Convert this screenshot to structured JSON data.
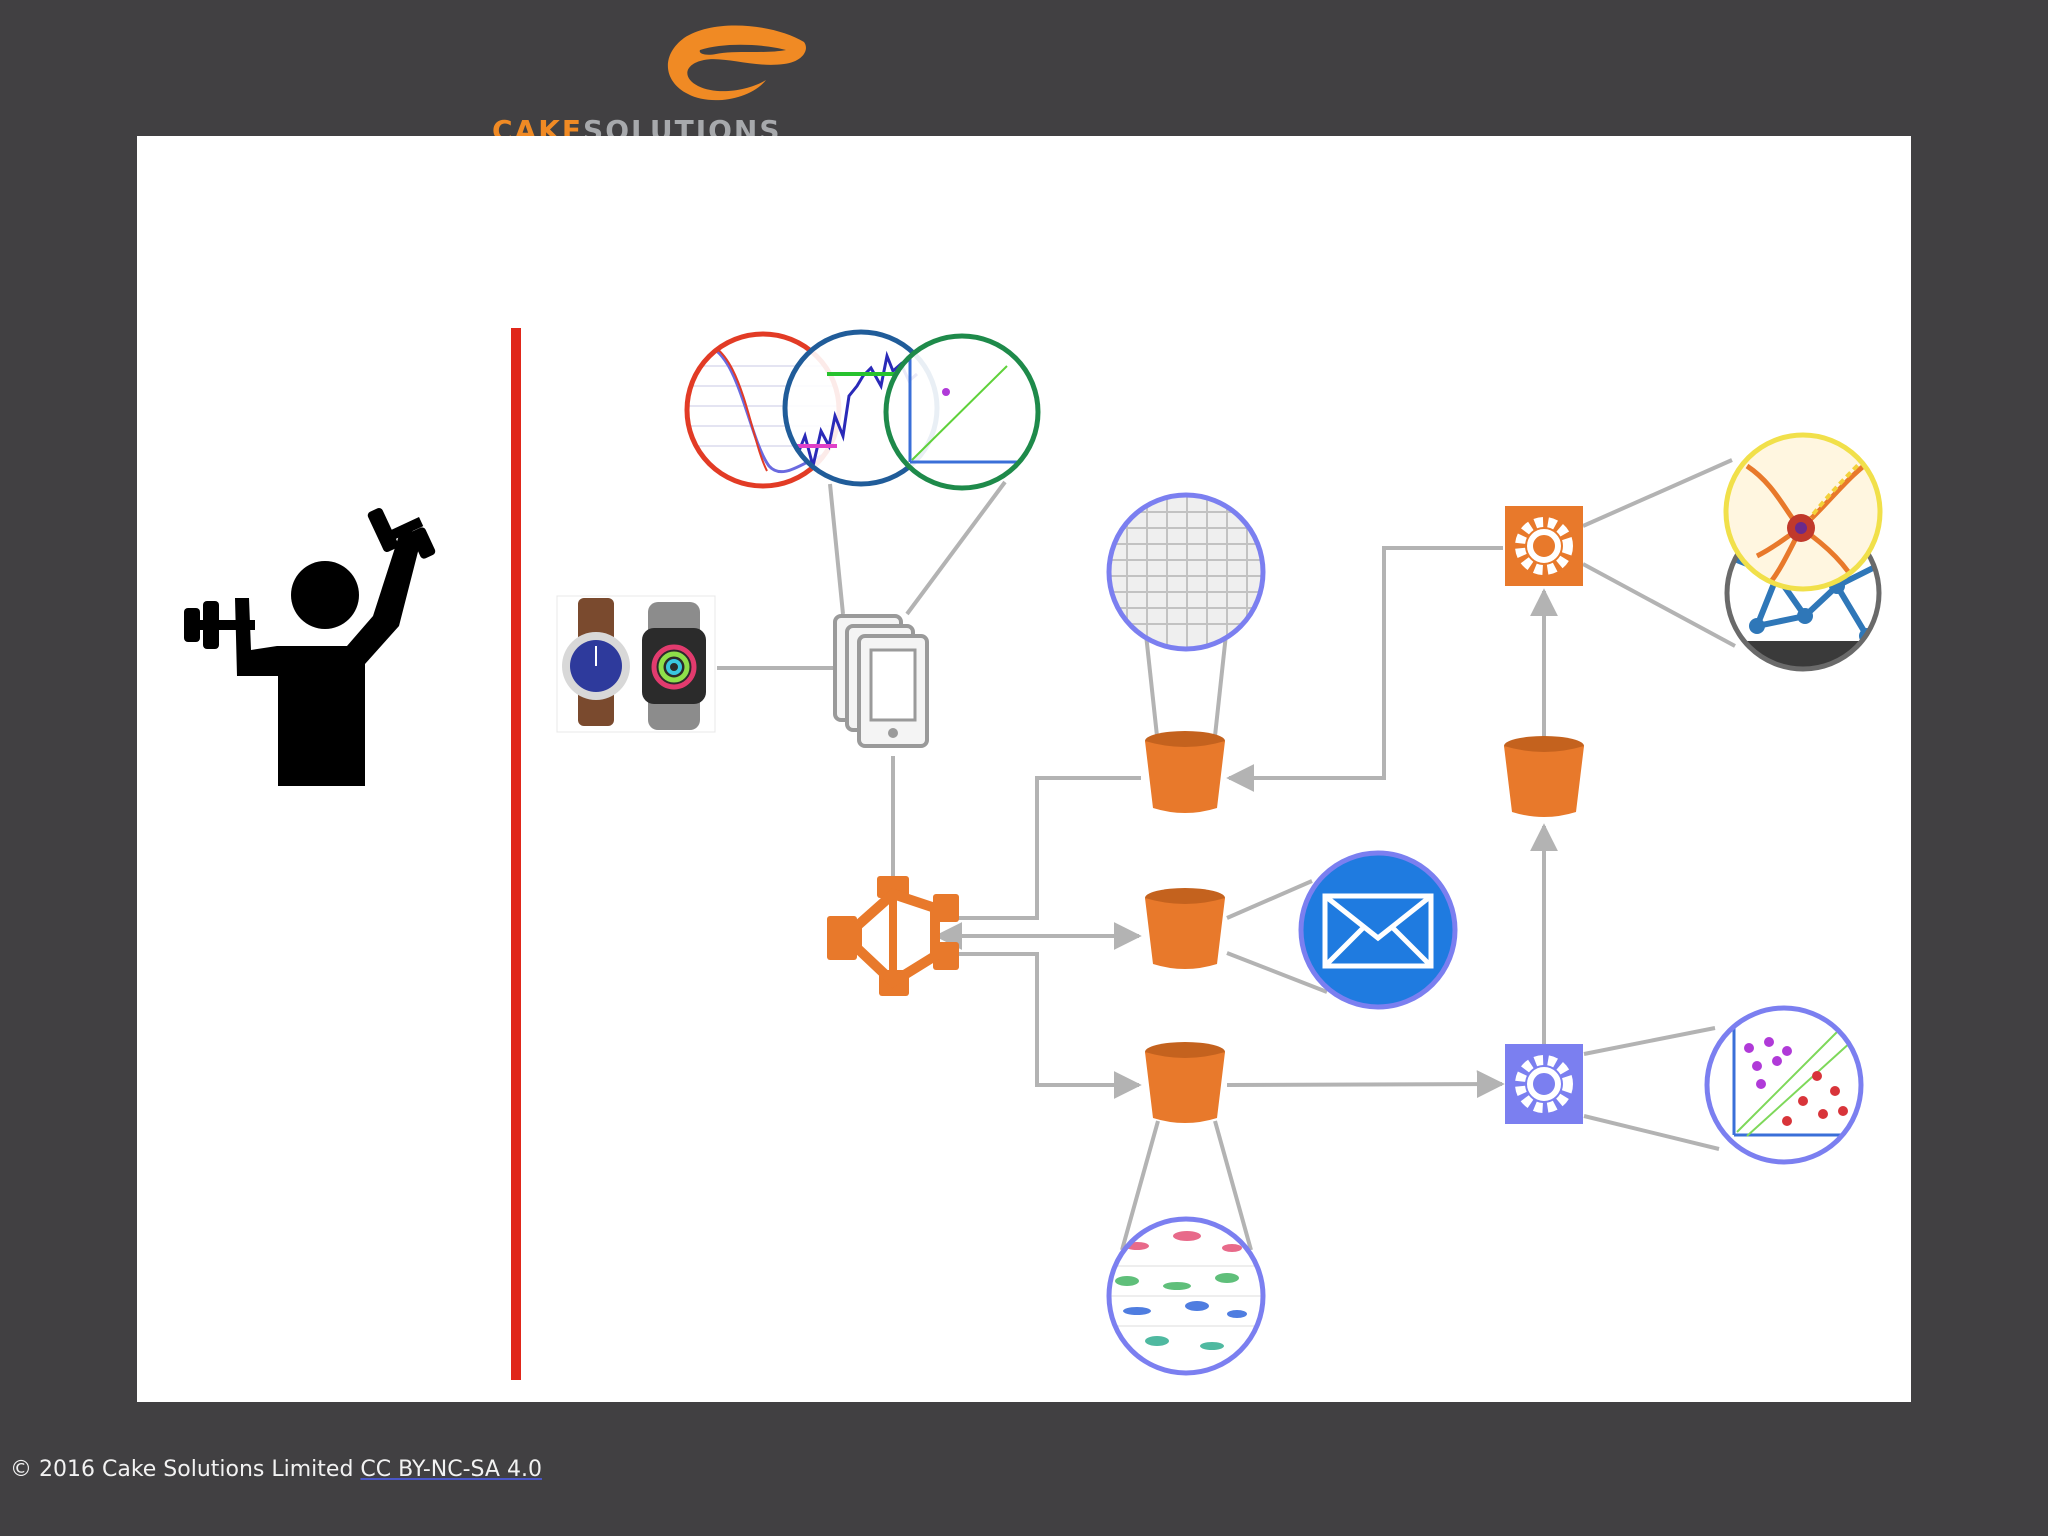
{
  "brand": {
    "name_part1": "CAKE",
    "name_part2": "SOLUTIONS",
    "colors": {
      "orange": "#f08a24",
      "grey": "#a7a9ac"
    }
  },
  "footer": {
    "copyright": "© 2016 Cake Solutions Limited ",
    "license_link": "CC BY-NC-SA 4.0"
  },
  "diagram": {
    "colors": {
      "background": "#414042",
      "slide": "#ffffff",
      "divider": "#e0271a",
      "connector": "#b3b3b3",
      "bucket": "#e8792b",
      "processor_orange": "#e8792b",
      "processor_blue": "#7b7ff0",
      "ring_blue": "#7b7ff0",
      "ring_yellow": "#f1e04a",
      "ring_red": "#e23b25",
      "ring_navy": "#205c99",
      "ring_green": "#1e8a4a",
      "envelope": "#1f7be0"
    },
    "icons": [
      "weightlifter-icon",
      "smartwatch-icon",
      "mobile-devices-icon",
      "signal-analysis-icon",
      "stream-router-icon",
      "storage-bucket-icon",
      "email-icon",
      "gear-processor-icon",
      "neural-network-icon",
      "classification-scatter-icon",
      "data-grid-icon",
      "distribution-plots-icon"
    ]
  }
}
